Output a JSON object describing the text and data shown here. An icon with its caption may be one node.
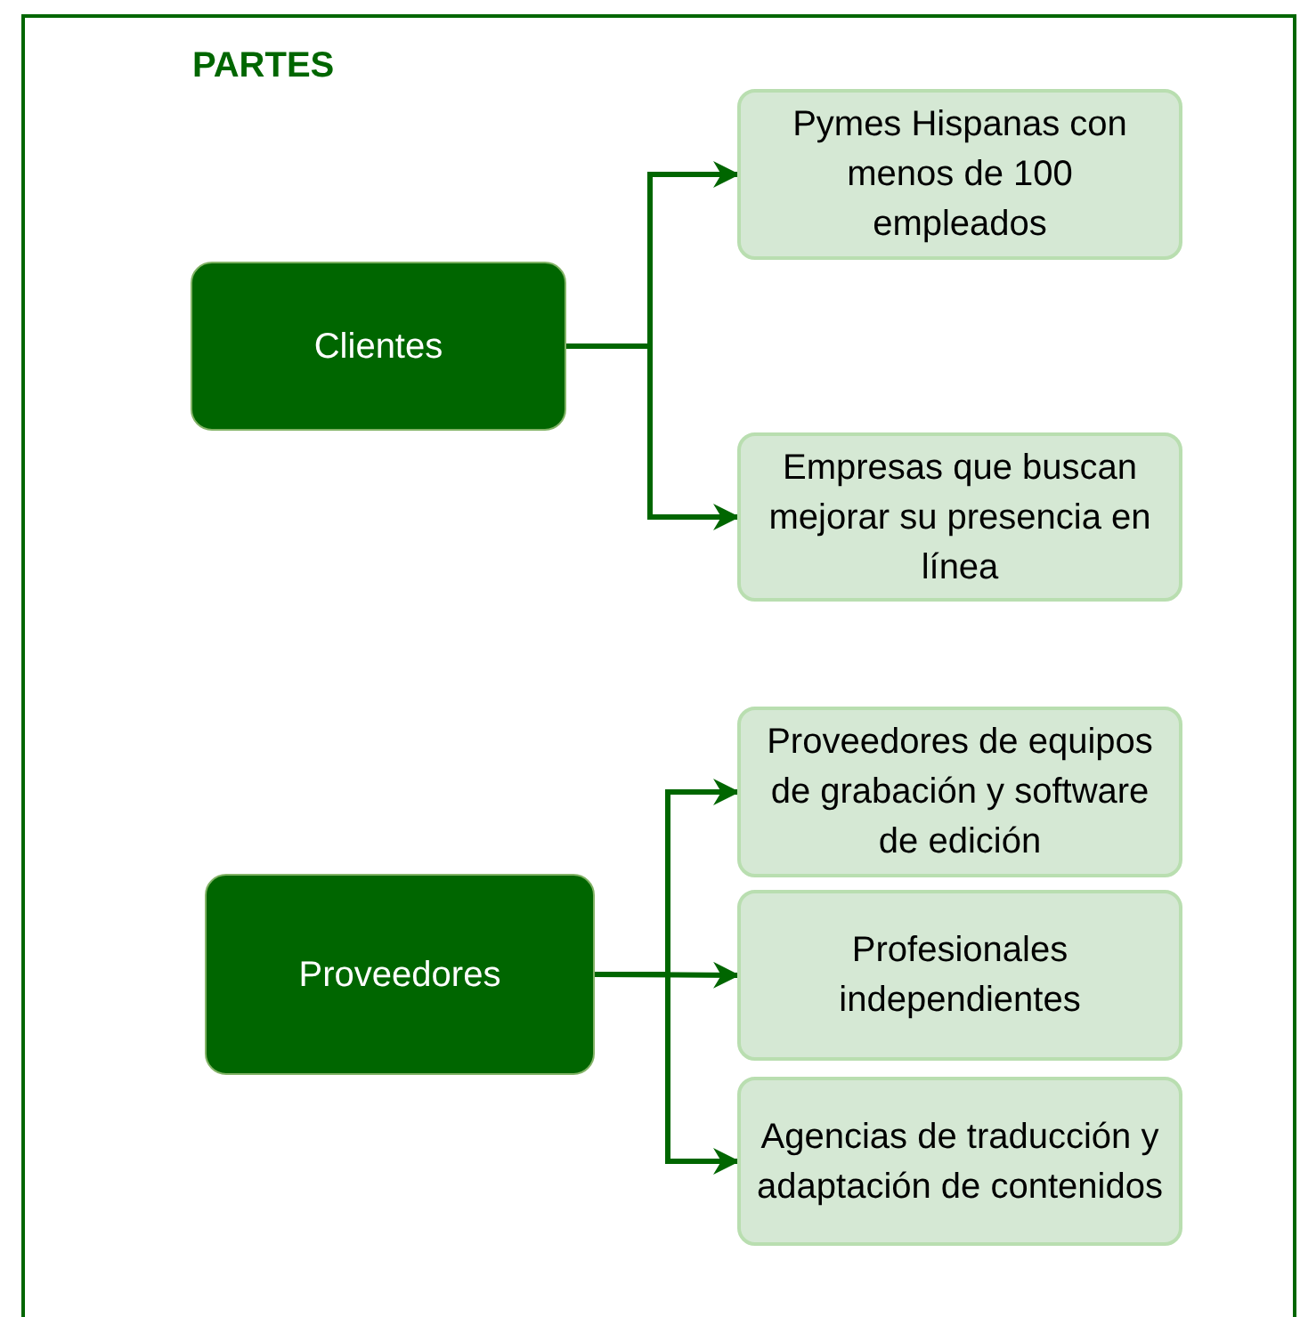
{
  "diagram": {
    "title": "PARTES",
    "nodes": [
      {
        "text": [
          "Clientes"
        ]
      },
      {
        "text": [
          "Pymes Hispanas con menos de 100 empleados"
        ]
      },
      {
        "text": [
          "Empresas que buscan mejorar su presencia en línea"
        ]
      },
      {
        "text": [
          "Proveedores"
        ]
      },
      {
        "text": [
          "Proveedores de equipos de grabación y software de edición"
        ]
      },
      {
        "text": [
          "Profesionales independientes"
        ]
      },
      {
        "text": [
          "Agencias de traducción y adaptación de contenidos"
        ]
      }
    ],
    "edges": [
      {
        "from": 0,
        "to": 1,
        "arrow": "to"
      },
      {
        "from": 0,
        "to": 2,
        "arrow": "to"
      },
      {
        "from": 3,
        "to": 4,
        "arrow": "to"
      },
      {
        "from": 3,
        "to": 5,
        "arrow": "to"
      },
      {
        "from": 3,
        "to": 6,
        "arrow": "to"
      }
    ]
  }
}
